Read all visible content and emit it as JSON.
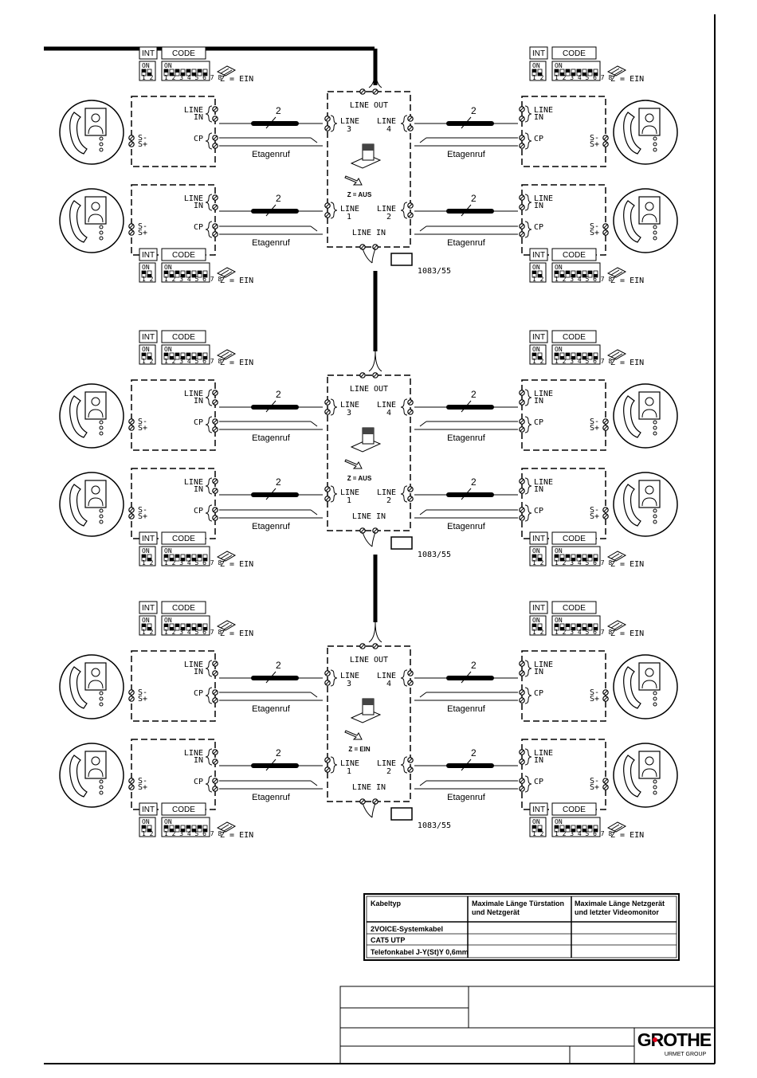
{
  "colors": {
    "ink": "#000000",
    "logo_red": "#e2001a",
    "logo_grey": "#7a7a7a"
  },
  "labels": {
    "int": "INT",
    "code": "CODE",
    "on": "ON",
    "dip_nums_2": "1 2",
    "dip_nums_8": "1 2 3 4 5 6 7 8",
    "z_ein_small": "Z = EIN",
    "line": "LINE",
    "in": "IN",
    "out": "OUT",
    "line_in": "LINE IN",
    "line_out": "LINE OUT",
    "cp": "CP",
    "s_minus": "S-",
    "s_plus": "S+",
    "etagenruf": "Etagenruf",
    "wire_count": "2",
    "n1": "1",
    "n2": "2",
    "n3": "3",
    "n4": "4",
    "model": "1083/55"
  },
  "groups": [
    {
      "switch_state": "Z = AUS"
    },
    {
      "switch_state": "Z = AUS"
    },
    {
      "switch_state": "Z = EIN"
    }
  ],
  "table": {
    "headers": [
      "Kabeltyp",
      "Maximale Länge Türstation und Netzgerät",
      "Maximale Länge Netzgerät und letzter Videomonitor"
    ],
    "rows": [
      [
        "2VOICE-Systemkabel",
        "",
        ""
      ],
      [
        "CAT5 UTP",
        "",
        ""
      ],
      [
        "Telefonkabel J-Y(St)Y 0,6mm",
        "",
        ""
      ]
    ]
  },
  "logo": {
    "name": "GROTHE",
    "subtitle": "URMET GROUP"
  }
}
